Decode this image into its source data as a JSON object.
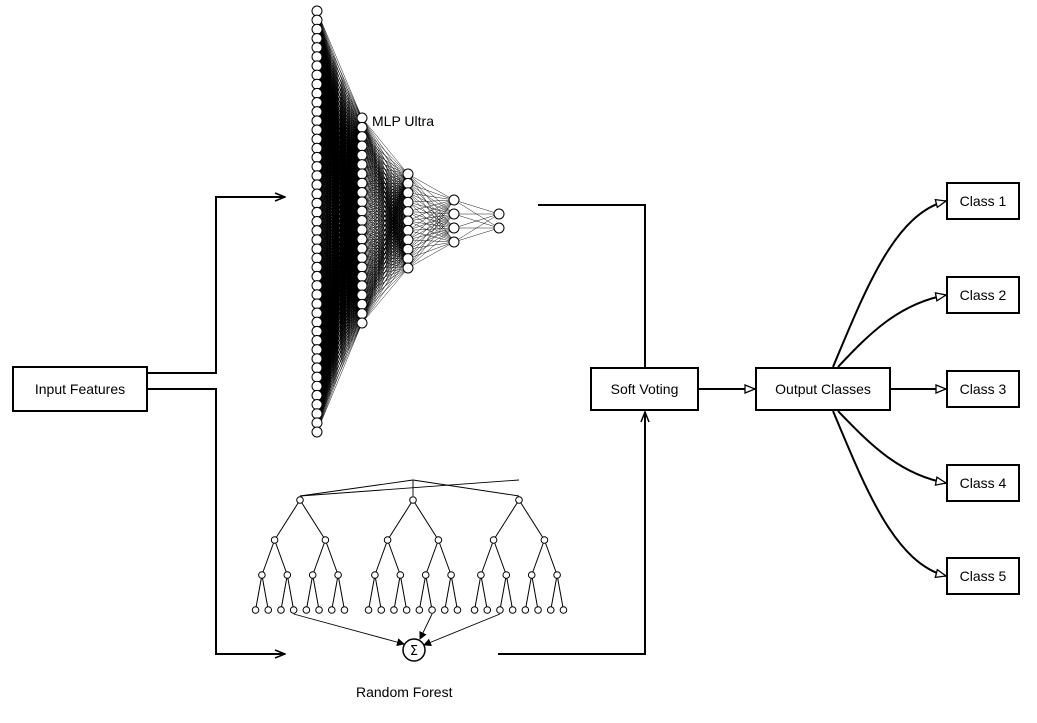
{
  "diagram": {
    "input_label": "Input Features",
    "mlp_label": "MLP Ultra",
    "rf_label": "Random Forest",
    "sum_symbol": "Σ",
    "voting_label": "Soft Voting",
    "output_label": "Output Classes",
    "classes": [
      "Class 1",
      "Class 2",
      "Class 3",
      "Class 4",
      "Class 5"
    ]
  },
  "network": {
    "layer_sizes": [
      47,
      23,
      11,
      4,
      2
    ]
  },
  "forest": {
    "trees": 3,
    "depth": 4
  },
  "colors": {
    "stroke": "#000000",
    "background": "#ffffff"
  }
}
